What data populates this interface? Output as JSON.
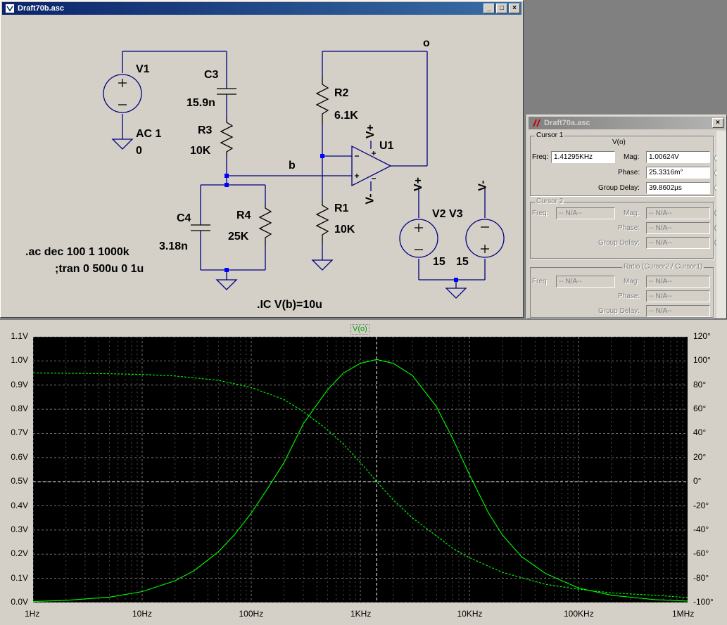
{
  "schematic": {
    "title": "Draft70b.asc",
    "labels": {
      "V1": "V1",
      "AC": "AC 1",
      "AC0": "0",
      "C3": "C3",
      "C3v": "15.9n",
      "R3": "R3",
      "R3v": "10K",
      "C4": "C4",
      "C4v": "3.18n",
      "R4": "R4",
      "R4v": "25K",
      "R2": "R2",
      "R2v": "6.1K",
      "R1": "R1",
      "R1v": "10K",
      "U1": "U1",
      "b": "b",
      "o": "o",
      "Vp1": "V+",
      "Vm1": "V-",
      "Vp2": "V+",
      "Vm2": "V-",
      "V2V3": "V2 V3",
      "V2v": "15",
      "V3v": "15",
      "ac_cmd": ".ac dec 100 1 1000k",
      "tran_cmd": ";tran 0 500u 0 1u",
      "ic_cmd": ".IC V(b)=10u"
    },
    "buttons": {
      "minimize": "_",
      "maximize": "□",
      "close": "×"
    }
  },
  "cursor_window": {
    "title": "Draft70a.asc",
    "close": "×",
    "cursor1": {
      "group": "Cursor 1",
      "trace": "V(o)",
      "freq_label": "Freq:",
      "freq": "1.41295KHz",
      "mag_label": "Mag:",
      "mag": "1.00624V",
      "phase_label": "Phase:",
      "phase": "25.3316m°",
      "gd_label": "Group Delay:",
      "gd": "39.8602µs"
    },
    "cursor2": {
      "group": "Cursor 2",
      "freq_label": "Freq:",
      "freq": "-- N/A--",
      "mag_label": "Mag:",
      "mag": "-- N/A--",
      "phase_label": "Phase:",
      "phase": "-- N/A--",
      "gd_label": "Group Delay:",
      "gd": "-- N/A--"
    },
    "ratio": {
      "group": "Ratio (Cursor2 / Cursor1)",
      "freq_label": "Freq:",
      "freq": "-- N/A--",
      "mag_label": "Mag:",
      "mag": "-- N/A--",
      "phase_label": "Phase:",
      "phase": "-- N/A--",
      "gd_label": "Group Delay:",
      "gd": "-- N/A--"
    }
  },
  "chart_data": {
    "type": "line",
    "trace_label": "V(o)",
    "x_scale": "log",
    "xlim": [
      1,
      1000000
    ],
    "x_ticks": [
      "1Hz",
      "10Hz",
      "100Hz",
      "1KHz",
      "10KHz",
      "100KHz",
      "1MHz"
    ],
    "ylim_left": [
      0,
      1.1
    ],
    "y_ticks_left": [
      "0.0V",
      "0.1V",
      "0.2V",
      "0.3V",
      "0.4V",
      "0.5V",
      "0.6V",
      "0.7V",
      "0.8V",
      "0.9V",
      "1.0V",
      "1.1V"
    ],
    "ylim_right": [
      -100,
      120
    ],
    "y_ticks_right": [
      "-100°",
      "-80°",
      "-60°",
      "-40°",
      "-20°",
      "0°",
      "20°",
      "40°",
      "60°",
      "80°",
      "100°",
      "120°"
    ],
    "grid": true,
    "trace_color": "#00ff00",
    "cursor_freq": 1412.95,
    "series": [
      {
        "quantity": "magnitude",
        "unit": "V",
        "style": "solid",
        "x": [
          1,
          2,
          5,
          10,
          20,
          30,
          50,
          70,
          100,
          150,
          200,
          300,
          500,
          700,
          1000,
          1413,
          2000,
          3000,
          5000,
          7000,
          10000,
          15000,
          20000,
          30000,
          50000,
          100000,
          200000,
          500000,
          1000000
        ],
        "y": [
          0.004,
          0.009,
          0.022,
          0.045,
          0.09,
          0.132,
          0.21,
          0.28,
          0.37,
          0.49,
          0.58,
          0.74,
          0.88,
          0.95,
          0.99,
          1.006,
          0.99,
          0.94,
          0.81,
          0.68,
          0.53,
          0.37,
          0.28,
          0.19,
          0.12,
          0.06,
          0.03,
          0.012,
          0.006
        ]
      },
      {
        "quantity": "phase",
        "unit": "°",
        "style": "dashed",
        "x": [
          1,
          3,
          5,
          10,
          20,
          50,
          100,
          200,
          300,
          500,
          700,
          1000,
          1413,
          2000,
          3000,
          5000,
          7000,
          10000,
          20000,
          50000,
          100000,
          200000,
          500000,
          1000000
        ],
        "y": [
          90,
          89.7,
          89.4,
          88.8,
          87.5,
          84,
          78,
          68,
          58,
          43,
          31,
          16,
          0,
          -15,
          -30,
          -45,
          -55,
          -63,
          -75,
          -85,
          -89,
          -92,
          -94,
          -96
        ]
      }
    ]
  }
}
